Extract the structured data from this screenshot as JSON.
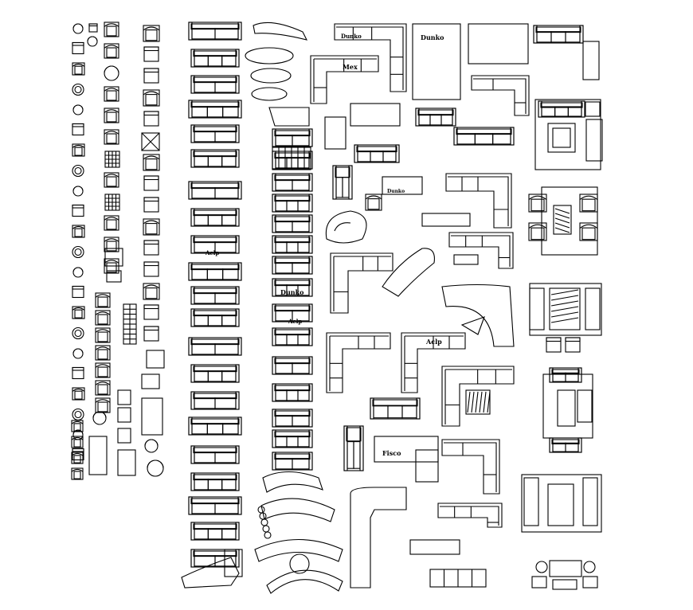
{
  "sheet": {
    "background": "#ffffff",
    "ink": "#000000"
  },
  "labels": {
    "l1": "Mex",
    "l2": "Dunko",
    "l3": "Dunko",
    "l4": "Aclp",
    "l5": "Aclp",
    "l6": "Fisco",
    "l7": "Dunko",
    "l8": "Aclp",
    "l9": "Dunko"
  }
}
